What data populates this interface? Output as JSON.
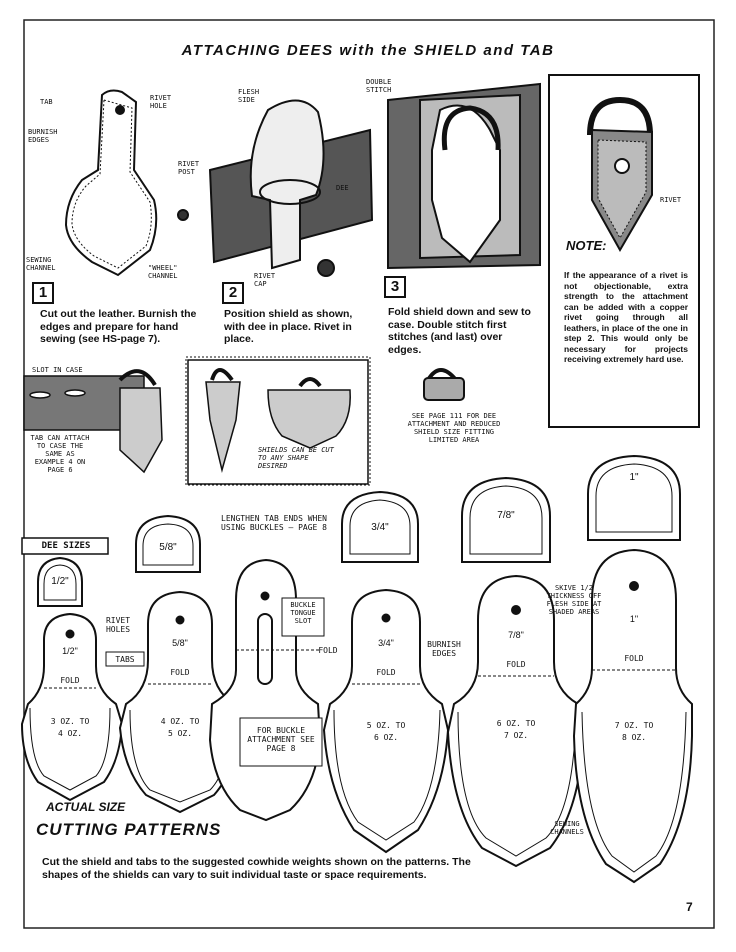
{
  "title": "ATTACHING DEES with the SHIELD and TAB",
  "illustration1": {
    "labels": [
      "TAB",
      "RIVET HOLE",
      "BURNISH EDGES",
      "SEWING CHANNEL",
      "\"WHEEL\" CHANNEL"
    ]
  },
  "illustration2": {
    "labels": [
      "FLESH SIDE",
      "RIVET POST",
      "DEE",
      "RIVET CAP"
    ]
  },
  "illustration3": {
    "labels": [
      "DOUBLE STITCH"
    ]
  },
  "steps": [
    {
      "number": "1",
      "text": "Cut out the leather. Burnish the edges and prepare for hand sewing (see HS-page 7)."
    },
    {
      "number": "2",
      "text": "Position shield as shown, with dee in place. Rivet in place."
    },
    {
      "number": "3",
      "text": "Fold shield down and sew to case. Double stitch first stitches (and last) over edges."
    }
  ],
  "note": {
    "rivet_label": "RIVET",
    "title": "NOTE:",
    "text": "If the appearance of a rivet is not objectionable, extra strength to the attachment can be added with a copper rivet going through all leathers, in place of the one in step 2. This would only be necessary for projects receiving extremely hard use."
  },
  "middle": {
    "slot_label": "SLOT IN CASE",
    "tab_note": "TAB CAN ATTACH TO CASE THE SAME AS EXAMPLE 4 ON PAGE 6",
    "shields_note": "SHIELDS CAN BE CUT TO ANY SHAPE DESIRED",
    "page_note": "SEE PAGE 111 FOR DEE ATTACHMENT AND REDUCED SHIELD SIZE FITTING LIMITED AREA"
  },
  "patterns": {
    "dee_sizes_label": "DEE SIZES",
    "dee_sizes": [
      "1/2\"",
      "5/8\"",
      "3/4\"",
      "7/8\"",
      "1\""
    ],
    "lengthen_note": "LENGTHEN TAB ENDS WHEN USING BUCKLES – PAGE 8",
    "rivet_holes": "RIVET HOLES",
    "tabs": "TABS",
    "fold": "FOLD",
    "buckle_slot": "BUCKLE TONGUE SLOT",
    "burnish_edges": "BURNISH EDGES",
    "skive_note": "SKIVE 1/2 THICKNESS OFF FLESH SIDE AT SHADED AREAS",
    "buckle_attachment": "FOR BUCKLE ATTACHMENT SEE PAGE 8",
    "sewing_channels": "SEWING CHANNELS",
    "widths": [
      "1/2\"",
      "5/8\"",
      "3/4\"",
      "7/8\"",
      "1\""
    ],
    "weights": [
      "3 oz. TO 4 oz.",
      "4 oz. TO 5 oz.",
      "5 oz. TO 6 oz.",
      "6 oz. TO 7 oz.",
      "7 oz. TO 8 oz."
    ]
  },
  "footer": {
    "actual_size": "ACTUAL SIZE",
    "cutting_patterns": "CUTTING PATTERNS",
    "description": "Cut the shield and tabs to the suggested cowhide weights shown on the patterns. The shapes of the shields can vary to suit individual taste or space requirements.",
    "page_number": "7"
  }
}
